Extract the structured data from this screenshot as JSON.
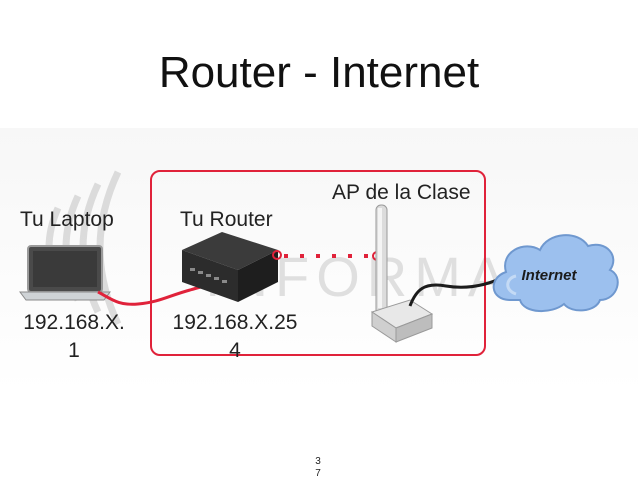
{
  "slide": {
    "title": "Router - Internet",
    "page_number_line1": "3",
    "page_number_line2": "7"
  },
  "nodes": {
    "laptop": {
      "label": "Tu Laptop",
      "ip_line1": "192.168.X.",
      "ip_line2": "1"
    },
    "router": {
      "label": "Tu Router",
      "ip_line1": "192.168.X.25",
      "ip_line2": "4"
    },
    "ap": {
      "label": "AP de la Clase"
    },
    "internet": {
      "label": "Internet"
    }
  },
  "watermark": {
    "text": "INFORMATIX"
  },
  "colors": {
    "frame": "#e0223a",
    "cable": "#e0223a",
    "cloud": "#8fb5e8"
  },
  "icons": [
    "laptop-icon",
    "router-icon",
    "access-point-icon",
    "internet-cloud-icon",
    "wifi-waves-icon"
  ]
}
